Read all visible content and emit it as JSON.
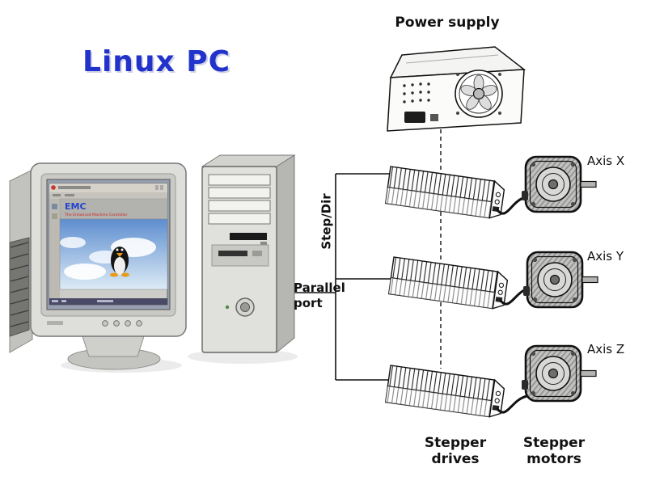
{
  "diagram": {
    "title": "Linux PC",
    "power_supply_label": "Power supply",
    "step_dir_label": "Step/Dir",
    "parallel_port": {
      "line1": "Parallel",
      "line2": "port"
    },
    "axis_labels": [
      "Axis X",
      "Axis Y",
      "Axis Z"
    ],
    "stepper_drives_label": {
      "line1": "Stepper",
      "line2": "drives"
    },
    "stepper_motors_label": {
      "line1": "Stepper",
      "line2": "motors"
    },
    "monitor_screen": {
      "emc_title": "EMC",
      "emc_subtitle": "The Enhanced Machine Controller"
    },
    "colors": {
      "title_blue": "#2233cc",
      "label_black": "#111111",
      "emc_blue": "#2244cc",
      "emc_red": "#cc2222",
      "background": "#ffffff"
    }
  }
}
